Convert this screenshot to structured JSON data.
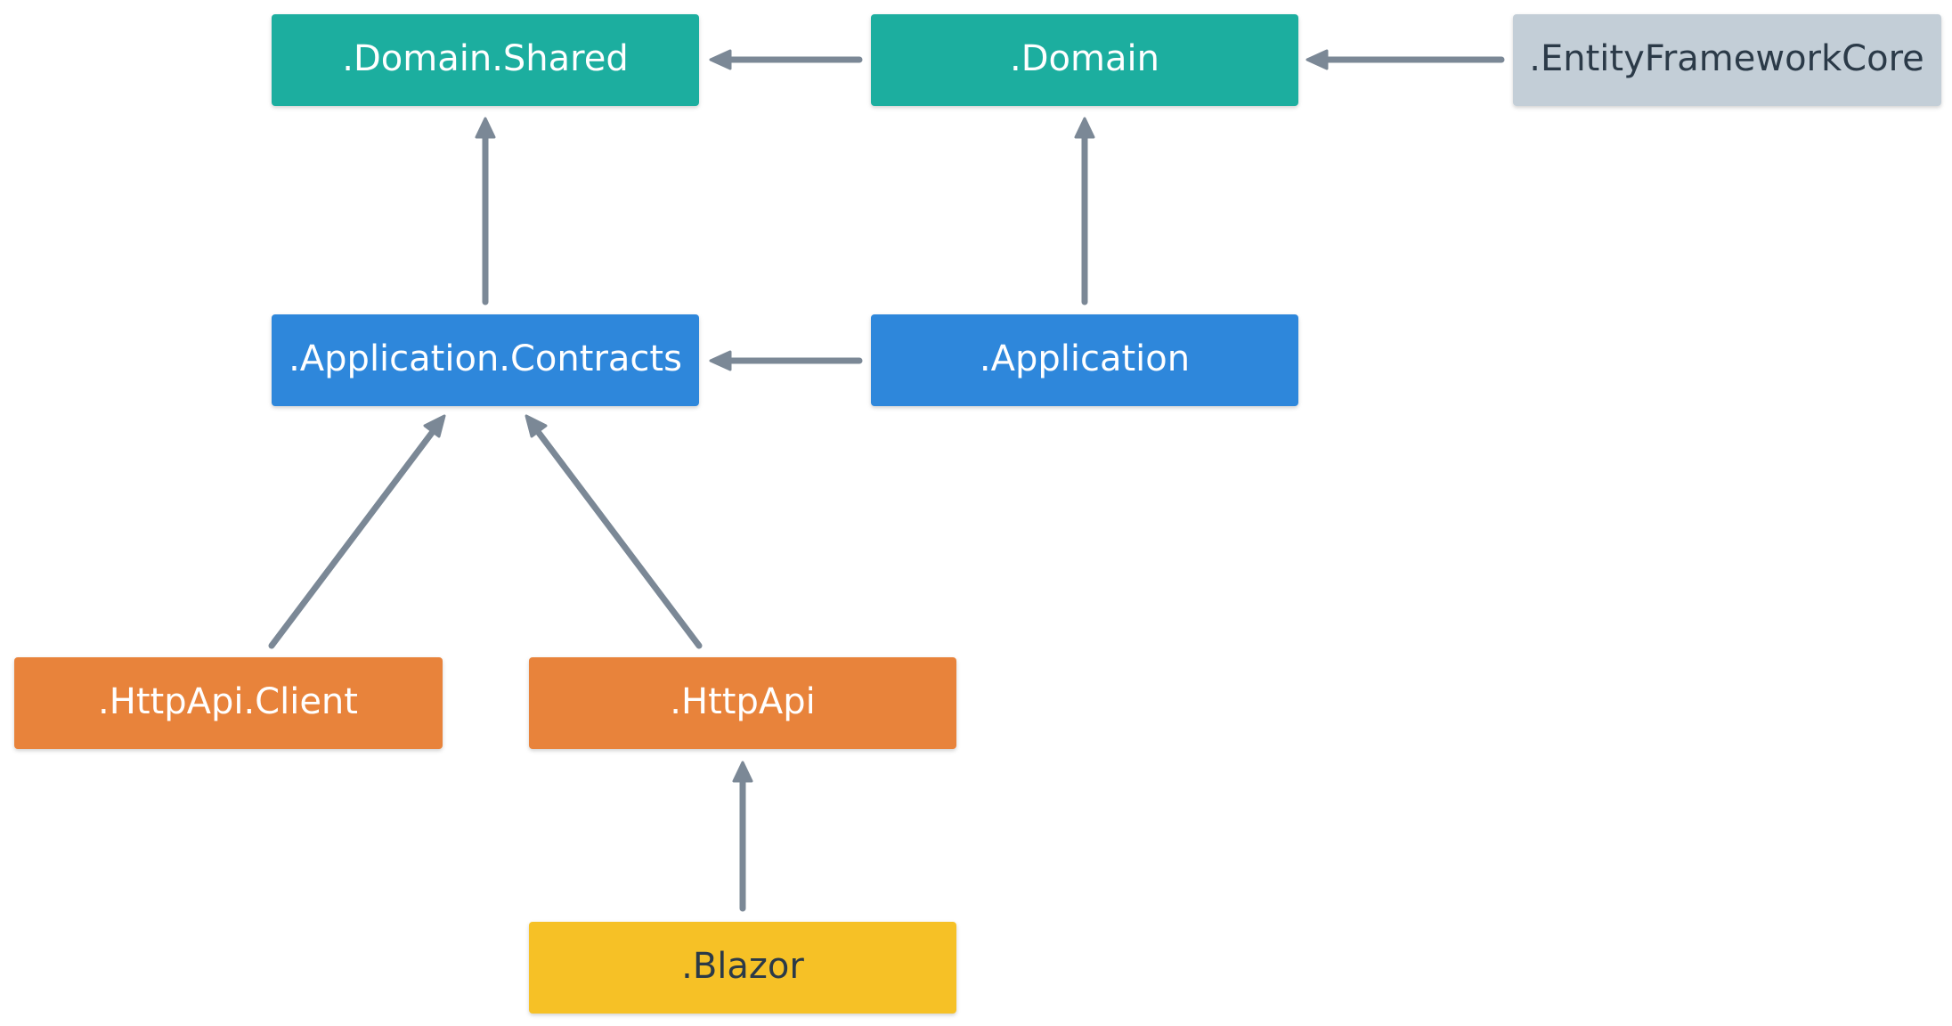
{
  "diagram": {
    "colors": {
      "domain": "#1AAE9F",
      "application": "#2D87DB",
      "httpapi": "#E8833A",
      "blazor": "#F6C127",
      "infra": "#C3CED7",
      "arrow": "#7B8896",
      "light_text": "#FFFFFF",
      "dark_text": "#2B3A48"
    },
    "nodes": [
      {
        "id": "domain-shared",
        "label": ".Domain.Shared",
        "group": "domain"
      },
      {
        "id": "domain",
        "label": ".Domain",
        "group": "domain"
      },
      {
        "id": "entity-framework-core",
        "label": ".EntityFrameworkCore",
        "group": "infra"
      },
      {
        "id": "application-contracts",
        "label": ".Application.Contracts",
        "group": "application"
      },
      {
        "id": "application",
        "label": ".Application",
        "group": "application"
      },
      {
        "id": "httpapi-client",
        "label": ".HttpApi.Client",
        "group": "httpapi"
      },
      {
        "id": "httpapi",
        "label": ".HttpApi",
        "group": "httpapi"
      },
      {
        "id": "blazor",
        "label": ".Blazor",
        "group": "blazor"
      }
    ],
    "edges": [
      {
        "from": "domain",
        "to": "domain-shared"
      },
      {
        "from": "entity-framework-core",
        "to": "domain"
      },
      {
        "from": "application-contracts",
        "to": "domain-shared"
      },
      {
        "from": "application",
        "to": "domain"
      },
      {
        "from": "application",
        "to": "application-contracts"
      },
      {
        "from": "httpapi-client",
        "to": "application-contracts"
      },
      {
        "from": "httpapi",
        "to": "application-contracts"
      },
      {
        "from": "blazor",
        "to": "httpapi"
      }
    ]
  }
}
